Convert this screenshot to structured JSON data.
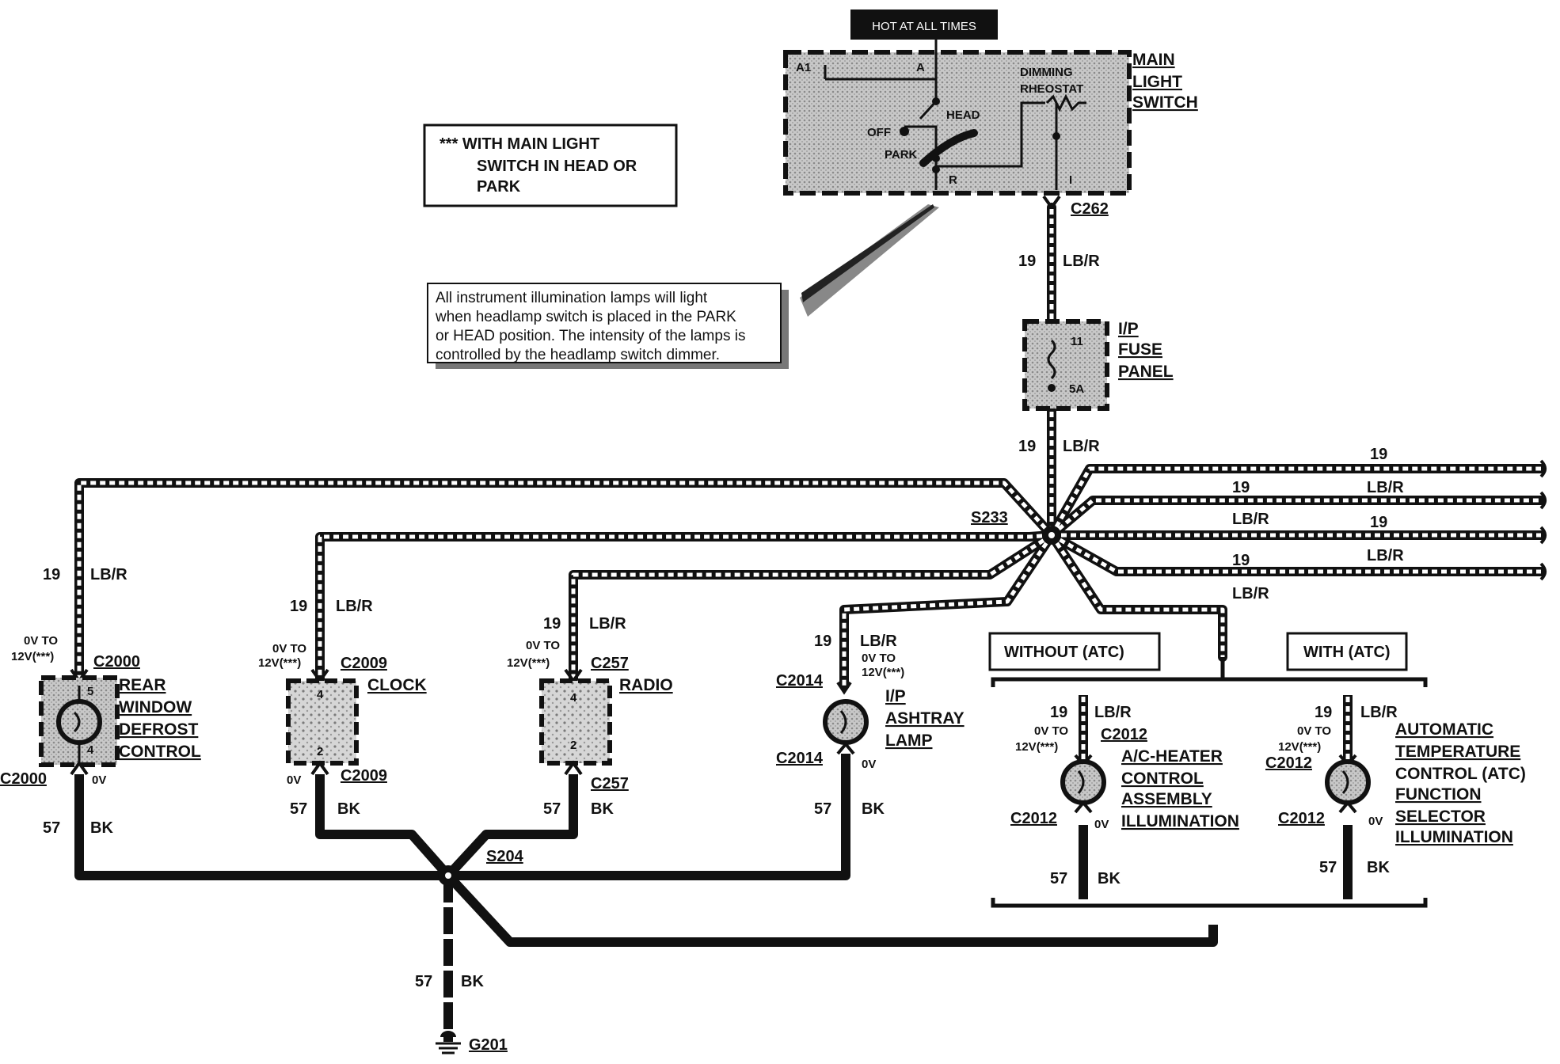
{
  "hot_label": "HOT AT ALL TIMES",
  "main_switch": {
    "title": [
      "MAIN",
      "LIGHT",
      "SWITCH"
    ],
    "pins": {
      "a1": "A1",
      "a": "A",
      "r": "R",
      "i": "I"
    },
    "positions": {
      "off": "OFF",
      "head": "HEAD",
      "park": "PARK"
    },
    "rheostat": [
      "DIMMING",
      "RHEOSTAT"
    ],
    "connector": "C262"
  },
  "note_box": [
    "*** WITH MAIN LIGHT",
    "SWITCH IN HEAD OR",
    "PARK"
  ],
  "callout": [
    "All instrument illumination lamps will light",
    "when headlamp switch is placed in the PARK",
    "or HEAD position. The intensity of the lamps is",
    "controlled by the headlamp switch dimmer."
  ],
  "wire": {
    "circuit_19": "19",
    "color_lbr": "LB/R",
    "circuit_57": "57",
    "color_bk": "BK"
  },
  "fuse_panel": {
    "title": [
      "I/P",
      "FUSE",
      "PANEL"
    ],
    "pin": "11",
    "rating": "5A"
  },
  "splices": {
    "s233": "S233",
    "s204": "S204"
  },
  "ground": "G201",
  "voltage": {
    "range_line1": "0V TO",
    "range_line2": "12V(***)",
    "zero": "0V"
  },
  "components": {
    "rear_defrost": {
      "name": [
        "REAR",
        "WINDOW",
        "DEFROST",
        "CONTROL"
      ],
      "connector": "C2000",
      "pin_top": "5",
      "pin_bottom": "4"
    },
    "clock": {
      "name": [
        "CLOCK"
      ],
      "connector": "C2009",
      "pin_top": "4",
      "pin_bottom": "2"
    },
    "radio": {
      "name": [
        "RADIO"
      ],
      "connector": "C257",
      "pin_top": "4",
      "pin_bottom": "2"
    },
    "ashtray": {
      "name": [
        "I/P",
        "ASHTRAY",
        "LAMP"
      ],
      "connector": "C2014"
    },
    "ac_heater": {
      "name": [
        "A/C-HEATER",
        "CONTROL",
        "ASSEMBLY",
        "ILLUMINATION"
      ],
      "connector": "C2012"
    },
    "atc_selector": {
      "name": [
        "AUTOMATIC",
        "TEMPERATURE",
        "CONTROL (ATC)",
        "FUNCTION",
        "SELECTOR",
        "ILLUMINATION"
      ],
      "connector": "C2012"
    }
  },
  "options": {
    "without_atc": "WITHOUT (ATC)",
    "with_atc": "WITH (ATC)"
  }
}
